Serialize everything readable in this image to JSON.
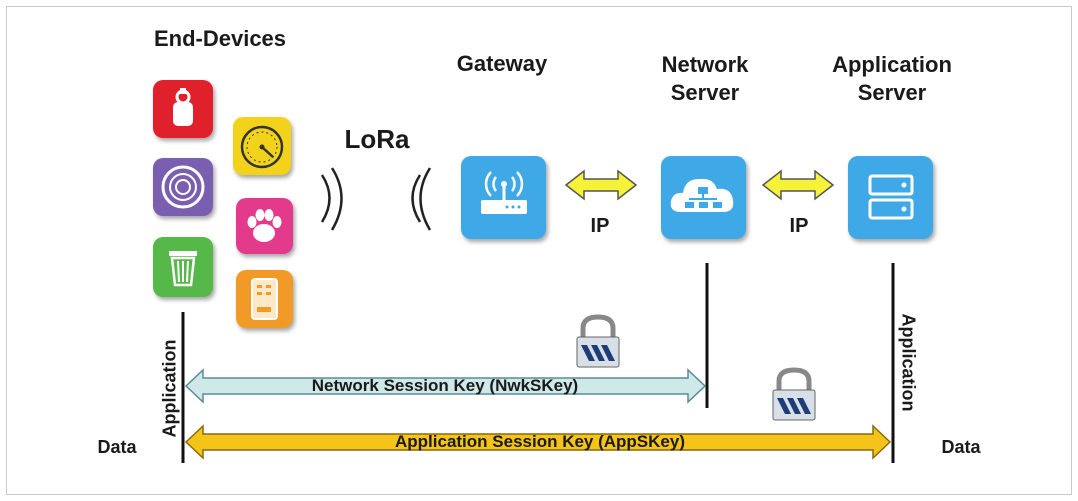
{
  "labels": {
    "end_devices": "End-Devices",
    "gateway": "Gateway",
    "network_server_line1": "Network",
    "network_server_line2": "Server",
    "application_server_line1": "Application",
    "application_server_line2": "Server",
    "lora": "LoRa",
    "ip_left": "IP",
    "ip_right": "IP",
    "application_left": "Application",
    "application_right": "Application",
    "data_left": "Data",
    "data_right": "Data",
    "nwk_key": "Network Session Key (NwkSKey)",
    "app_key": "Application Session Key (AppSKey)"
  },
  "icons": {
    "device_tag": "tag-icon",
    "device_meter": "gauge-icon",
    "device_sensor": "ring-sensor-icon",
    "device_pet": "paw-icon",
    "device_bin": "trash-bin-icon",
    "device_remote": "remote-icon",
    "gateway": "router-icon",
    "network_server": "cloud-network-icon",
    "application_server": "server-icon",
    "lock": "padlock-icon"
  },
  "colors": {
    "tile_red": "#e0202a",
    "tile_yellow": "#f2d21a",
    "tile_purple": "#7a5fb0",
    "tile_pink": "#e43a8c",
    "tile_green": "#57b84a",
    "tile_orange": "#f29a28",
    "tile_blue": "#3fa8e6",
    "ip_arrow": "#f6f23a",
    "nwk_arrow": "#cfe8e8",
    "app_arrow": "#f5c419"
  }
}
